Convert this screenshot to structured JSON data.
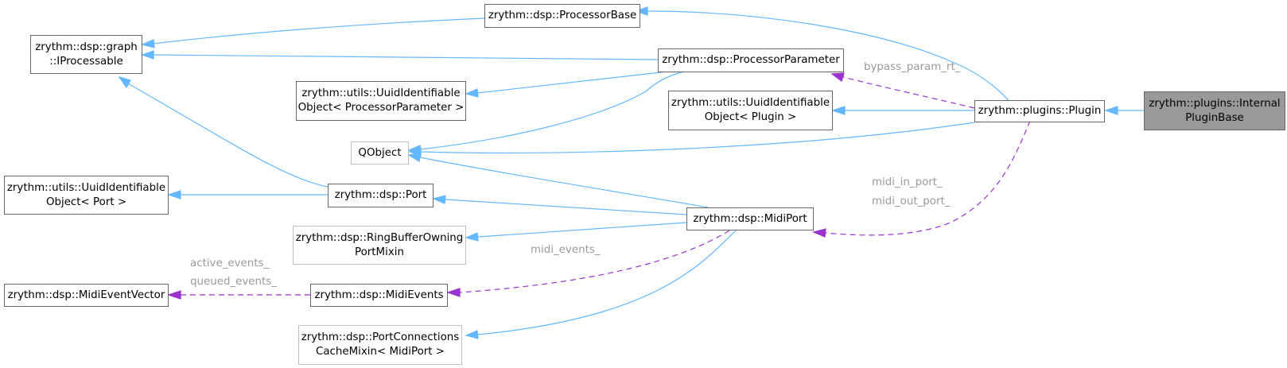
{
  "colors": {
    "inheritance_edge": "#63b8ff",
    "usage_edge": "#9a32cd",
    "node_border": "#666666",
    "faded_border": "#bfbfbf",
    "focus_fill": "#999999",
    "edge_label": "#9a9a9a"
  },
  "nodes": {
    "internal_plugin_base": {
      "line1": "zrythm::plugins::Internal",
      "line2": "PluginBase"
    },
    "plugin": {
      "line1": "zrythm::plugins::Plugin"
    },
    "processor_base": {
      "line1": "zrythm::dsp::ProcessorBase"
    },
    "iprocessable": {
      "line1": "zrythm::dsp::graph",
      "line2": "::IProcessable"
    },
    "processor_parameter": {
      "line1": "zrythm::dsp::ProcessorParameter"
    },
    "uuid_processor_parameter": {
      "line1": "zrythm::utils::UuidIdentifiable",
      "line2": "Object< ProcessorParameter >"
    },
    "uuid_plugin": {
      "line1": "zrythm::utils::UuidIdentifiable",
      "line2": "Object< Plugin >"
    },
    "qobject": {
      "line1": "QObject"
    },
    "uuid_port": {
      "line1": "zrythm::utils::UuidIdentifiable",
      "line2": "Object< Port >"
    },
    "port": {
      "line1": "zrythm::dsp::Port"
    },
    "midi_port": {
      "line1": "zrythm::dsp::MidiPort"
    },
    "ring_buffer": {
      "line1": "zrythm::dsp::RingBufferOwning",
      "line2": "PortMixin"
    },
    "midi_event_vector": {
      "line1": "zrythm::dsp::MidiEventVector"
    },
    "midi_events": {
      "line1": "zrythm::dsp::MidiEvents"
    },
    "port_connections": {
      "line1": "zrythm::dsp::PortConnections",
      "line2": "CacheMixin< MidiPort >"
    }
  },
  "edge_labels": {
    "bypass": "bypass_param_rt_",
    "midi_in": "midi_in_port_",
    "midi_out": "midi_out_port_",
    "midi_events": "midi_events_",
    "active_events": "active_events_",
    "queued_events": "queued_events_"
  }
}
